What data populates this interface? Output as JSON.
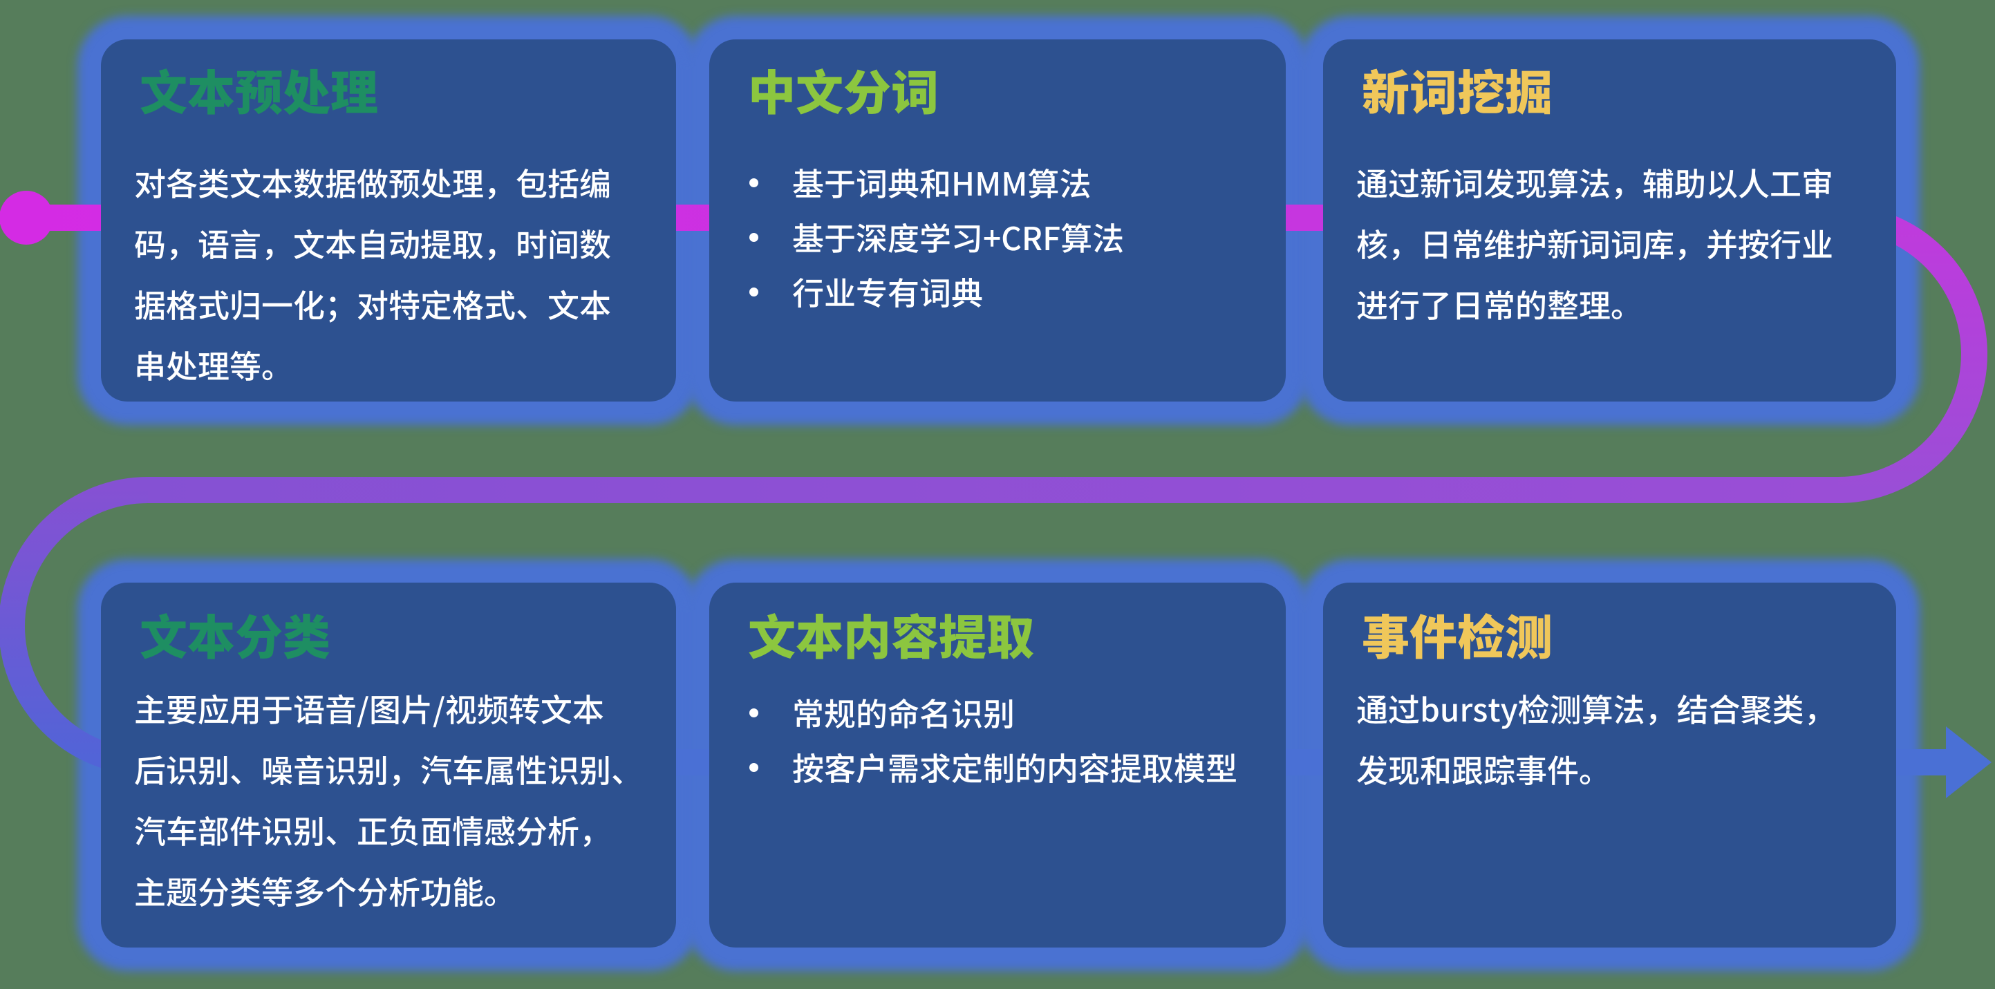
{
  "canvas": {
    "background_color": "#567d5b",
    "card_color": "#2d5190",
    "glow_color": "#4a72d2",
    "body_text_color": "#ffffff"
  },
  "flow": {
    "start_dot_color": "#d42be4",
    "gradient_colors": [
      "#d42be4",
      "#c03add",
      "#9a4ed6",
      "#8551d3",
      "#5164d7",
      "#4a70d5"
    ],
    "arrow_color": "#4a70d5"
  },
  "cards": [
    {
      "id": "text-preprocessing",
      "title": "文本预处理",
      "title_color": "#1e8e62",
      "body": "对各类文本数据做预处理，包括编\n码，语言，文本自动提取，时间数\n据格式归一化；对特定格式、文本\n串处理等。"
    },
    {
      "id": "chinese-word-segmentation",
      "title": "中文分词",
      "title_color": "#8cc63f",
      "bullets": [
        "基于词典和HMM算法",
        "基于深度学习+CRF算法",
        "行业专有词典"
      ]
    },
    {
      "id": "new-word-mining",
      "title": "新词挖掘",
      "title_color": "#f0c75a",
      "body": "通过新词发现算法，辅助以人工审\n核，日常维护新词词库，并按行业\n进行了日常的整理。"
    },
    {
      "id": "text-classification",
      "title": "文本分类",
      "title_color": "#1e8e62",
      "body": "主要应用于语音/图片/视频转文本\n后识别、噪音识别，汽车属性识别、\n汽车部件识别、正负面情感分析，\n主题分类等多个分析功能。"
    },
    {
      "id": "text-content-extraction",
      "title": "文本内容提取",
      "title_color": "#8cc63f",
      "bullets": [
        "常规的命名识别",
        "按客户需求定制的内容提取模型"
      ]
    },
    {
      "id": "event-detection",
      "title": "事件检测",
      "title_color": "#f0c75a",
      "body": "通过bursty检测算法，结合聚类，\n发现和跟踪事件。"
    }
  ]
}
